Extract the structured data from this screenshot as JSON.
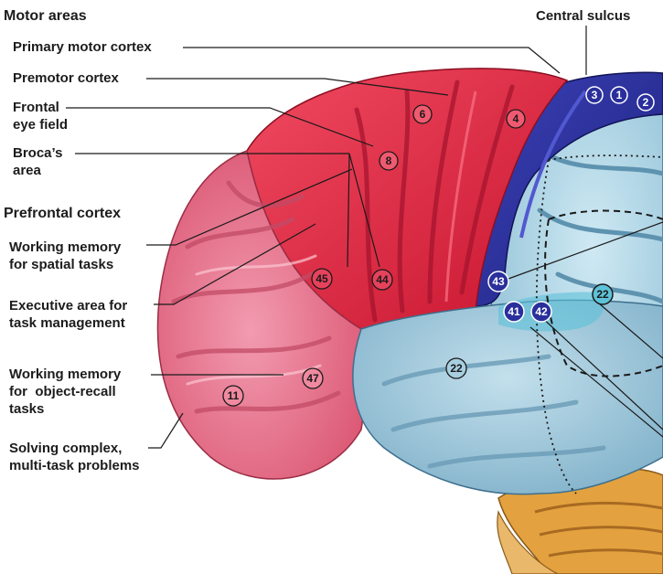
{
  "headings": {
    "motor_areas": "Motor areas",
    "prefrontal_cortex": "Prefrontal cortex",
    "central_sulcus": "Central sulcus"
  },
  "labels": {
    "primary_motor_cortex": "Primary motor cortex",
    "premotor_cortex": "Premotor cortex",
    "frontal_eye_field": [
      "Frontal",
      "eye field"
    ],
    "brocas_area": [
      "Broca’s",
      "area"
    ],
    "working_memory_spatial": [
      "Working memory",
      "for spatial tasks"
    ],
    "executive_area": [
      "Executive area for",
      "task management"
    ],
    "working_memory_object": [
      "Working memory",
      "for  object-recall",
      "tasks"
    ],
    "solving_complex": [
      "Solving complex,",
      "multi-task problems"
    ]
  },
  "brodmann_areas": {
    "a6": "6",
    "a4": "4",
    "a8": "8",
    "a45": "45",
    "a44": "44",
    "a47": "47",
    "a11": "11",
    "a3": "3",
    "a1": "1",
    "a2": "2",
    "a43": "43",
    "a41": "41",
    "a42": "42",
    "a22_upper": "22",
    "a22_lower": "22"
  },
  "colors": {
    "prefrontal": "#e8738c",
    "premotor": "#e02d47",
    "primary_motor": "#d91e3a",
    "somatosensory": "#2a2f9c",
    "parietal": "#a7d2e3",
    "temporal": "#9ec4d8",
    "cerebellum": "#e3a23f"
  }
}
